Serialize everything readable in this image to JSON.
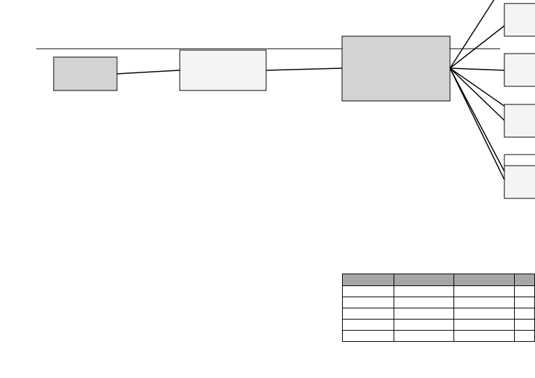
{
  "colors": {
    "background": "#ffffff",
    "box_gray": "#d3d3d3",
    "box_light": "#f4f4f4",
    "line": "#000000",
    "table_header": "#a6a6a6"
  },
  "boxes": [
    {
      "id": "source",
      "label": "",
      "fill": "box_gray"
    },
    {
      "id": "middle",
      "label": "",
      "fill": "box_light"
    },
    {
      "id": "hub",
      "label": "",
      "fill": "box_gray"
    },
    {
      "id": "target-1",
      "label": "",
      "fill": "box_light"
    },
    {
      "id": "target-2",
      "label": "",
      "fill": "box_light"
    },
    {
      "id": "target-3",
      "label": "",
      "fill": "box_light"
    },
    {
      "id": "target-4",
      "label": "",
      "fill": "box_light"
    }
  ],
  "connections": [
    {
      "from": "source",
      "to": "middle"
    },
    {
      "from": "middle",
      "to": "hub"
    },
    {
      "from": "hub",
      "to": "target-1"
    },
    {
      "from": "hub",
      "to": "target-2"
    },
    {
      "from": "hub",
      "to": "target-3"
    },
    {
      "from": "hub",
      "to": "target-4"
    }
  ],
  "table": {
    "headers": [
      "",
      "",
      "",
      ""
    ],
    "rows": [
      [
        "",
        "",
        "",
        ""
      ],
      [
        "",
        "",
        "",
        ""
      ],
      [
        "",
        "",
        "",
        ""
      ],
      [
        "",
        "",
        "",
        ""
      ],
      [
        "",
        "",
        "",
        ""
      ]
    ]
  }
}
